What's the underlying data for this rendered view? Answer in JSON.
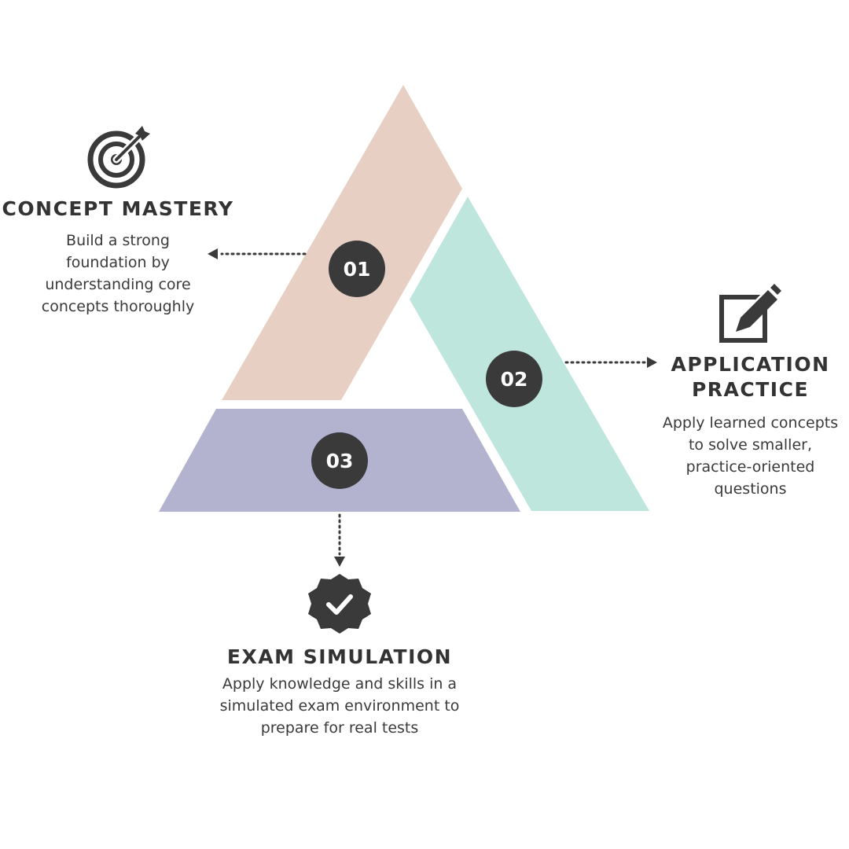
{
  "steps": [
    {
      "number": "01",
      "title": "CONCEPT MASTERY",
      "description": "Build a strong foundation by understanding core concepts thoroughly",
      "icon": "target-icon",
      "color": "#E8CFC4"
    },
    {
      "number": "02",
      "title_line1": "APPLICATION",
      "title_line2": "PRACTICE",
      "description": "Apply learned concepts to solve smaller, practice-oriented questions",
      "icon": "edit-icon",
      "color": "#BFE6DC"
    },
    {
      "number": "03",
      "title": "EXAM SIMULATION",
      "description": "Apply knowledge and skills in a simulated exam environment to prepare for real tests",
      "icon": "verified-badge-icon",
      "color": "#B3B3CF"
    }
  ],
  "colors": {
    "badge": "#3A3A3A",
    "text": "#333333"
  }
}
